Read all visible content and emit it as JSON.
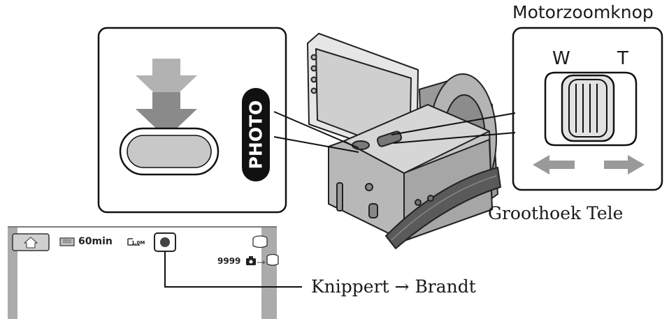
{
  "photo_panel": {
    "button_label": "PHOTO"
  },
  "zoom_panel": {
    "title": "Motorzoomknop",
    "wide_letter": "W",
    "tele_letter": "T",
    "wide_tele_caption": "Groothoek Tele"
  },
  "lcd": {
    "battery_time": "60min",
    "image_size": "1,0M",
    "photo_count": "9999"
  },
  "indicator_caption": {
    "before": "Knippert",
    "arrow": "→",
    "after": "Brandt"
  }
}
